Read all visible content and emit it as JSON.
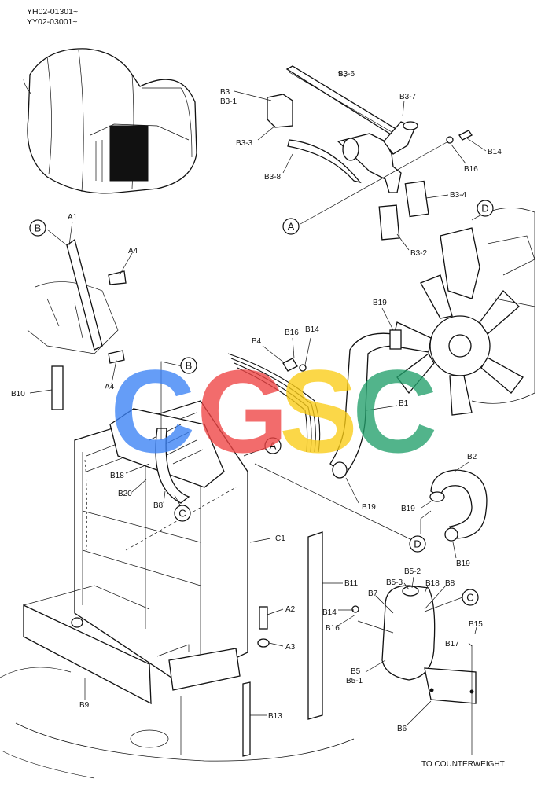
{
  "header": {
    "serial_1": "YH02-01301~",
    "serial_2": "YY02-03001~"
  },
  "watermark": {
    "letters": [
      "C",
      "G",
      "S",
      "C"
    ],
    "colors": [
      "#3b82f6",
      "#ef4444",
      "#facc15",
      "#22a06b"
    ]
  },
  "callouts": {
    "A_top": "A",
    "A_mid": "A",
    "B_left": "B",
    "B_mid": "B",
    "C_left": "C",
    "C_right": "C",
    "D_top": "D",
    "D_bottom": "D"
  },
  "labels": {
    "B3": "B3",
    "B3_1": "B3-1",
    "B3_3": "B3-3",
    "B3_6": "B3-6",
    "B3_7": "B3-7",
    "B3_8": "B3-8",
    "B3_4": "B3-4",
    "B3_2": "B3-2",
    "B14_top": "B14",
    "B16_top": "B16",
    "A1": "A1",
    "A4_top": "A4",
    "A4_bot": "A4",
    "B10": "B10",
    "B4": "B4",
    "B16_mid": "B16",
    "B14_mid": "B14",
    "B19_top": "B19",
    "B1": "B1",
    "B18_left": "B18",
    "B20": "B20",
    "B8_left": "B8",
    "B19_mid": "B19",
    "B2": "B2",
    "B19_right": "B19",
    "B19_bottom": "B19",
    "C1": "C1",
    "B11": "B11",
    "B5_2": "B5-2",
    "B5_3": "B5-3",
    "B18_right": "B18",
    "B8_right": "B8",
    "B14_right": "B14",
    "B16_right": "B16",
    "B7": "B7",
    "A2": "A2",
    "A3": "A3",
    "B15": "B15",
    "B17": "B17",
    "B5": "B5",
    "B5_1": "B5-1",
    "B6": "B6",
    "B9": "B9",
    "B13": "B13",
    "counterweight": "TO COUNTERWEIGHT"
  }
}
